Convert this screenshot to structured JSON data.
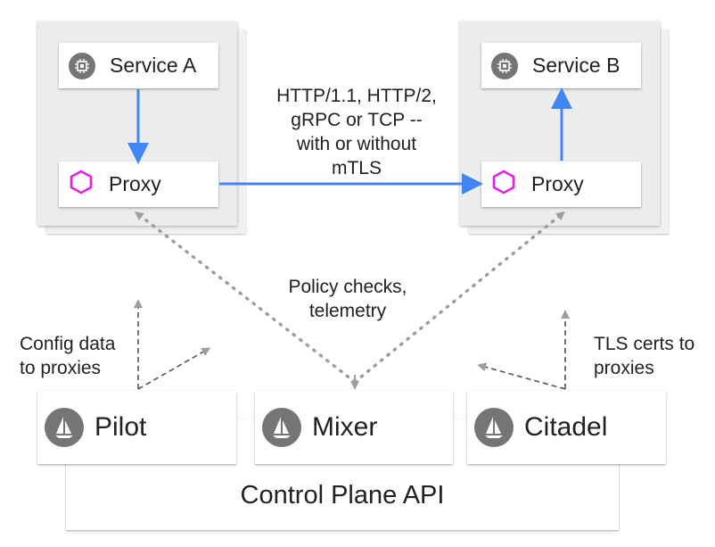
{
  "services": {
    "service_a": {
      "label": "Service A",
      "icon": "chip-icon"
    },
    "service_b": {
      "label": "Service B",
      "icon": "chip-icon"
    }
  },
  "proxies": {
    "proxy_a": {
      "label": "Proxy",
      "icon": "hexagon-icon"
    },
    "proxy_b": {
      "label": "Proxy",
      "icon": "hexagon-icon"
    }
  },
  "edges": {
    "traffic_label": [
      "HTTP/1.1, HTTP/2,",
      "gRPC or TCP --",
      "with or without",
      "mTLS"
    ],
    "policy_label": [
      "Policy checks,",
      "telemetry"
    ],
    "config_label": [
      "Config data",
      "to proxies"
    ],
    "tls_label": [
      "TLS certs to",
      "proxies"
    ]
  },
  "control_plane": {
    "pilot": {
      "label": "Pilot",
      "icon": "istio-sail-icon"
    },
    "mixer": {
      "label": "Mixer",
      "icon": "istio-sail-icon"
    },
    "citadel": {
      "label": "Citadel",
      "icon": "istio-sail-icon"
    },
    "api_label": "Control Plane API"
  },
  "colors": {
    "data_flow": "#4285f4",
    "proxy_icon": "#e91ee5",
    "dashed": "#9e9e9e",
    "icon_bg": "#757575"
  }
}
